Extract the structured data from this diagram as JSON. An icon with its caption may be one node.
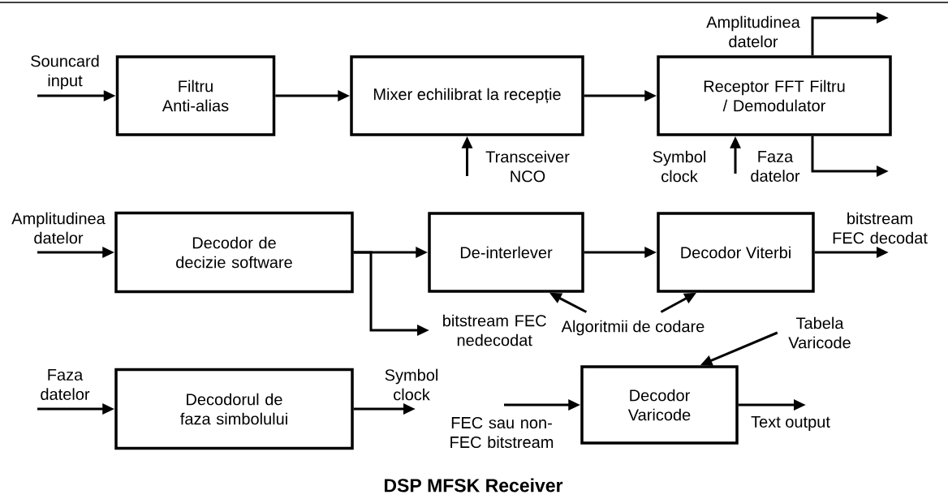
{
  "diagram": {
    "title": "DSP MFSK Receiver",
    "nodes": [
      {
        "text": [
          "Filtru Anti-alias"
        ]
      },
      {
        "text": [
          "Mixer echilibrat la recepție"
        ]
      },
      {
        "text": [
          "Receptor FFT Filtru / Demodulator"
        ]
      },
      {
        "text": [
          "Decodor de decizie software"
        ]
      },
      {
        "text": [
          "De-interlever"
        ]
      },
      {
        "text": [
          "Decodor Viterbi"
        ]
      },
      {
        "text": [
          "Algoritmii de codare"
        ]
      },
      {
        "text": [
          "Decodorul de faza simbolului"
        ]
      },
      {
        "text": [
          "Tabela Varicode"
        ]
      },
      {
        "text": [
          "Decodor Varicode"
        ]
      }
    ],
    "edges": [
      {
        "from": null,
        "to": 0,
        "arrow": "to",
        "label": "Souncard input"
      },
      {
        "from": 0,
        "to": 1,
        "arrow": "to"
      },
      {
        "from": null,
        "to": 1,
        "arrow": "to",
        "label": "Transceiver NCO"
      },
      {
        "from": 1,
        "to": 2,
        "arrow": "to"
      },
      {
        "from": null,
        "to": 2,
        "arrow": "to",
        "label": "Symbol clock"
      },
      {
        "from": 2,
        "to": null,
        "arrow": "to",
        "label": "Amplitudinea datelor"
      },
      {
        "from": 2,
        "to": null,
        "arrow": "to",
        "label": "Faza datelor"
      },
      {
        "from": null,
        "to": 3,
        "arrow": "to",
        "label": "Amplitudinea datelor"
      },
      {
        "from": 3,
        "to": 4,
        "arrow": "to"
      },
      {
        "from": 3,
        "to": null,
        "arrow": "to",
        "label": "bitstream FEC nedecodat"
      },
      {
        "from": 4,
        "to": 5,
        "arrow": "to"
      },
      {
        "from": 5,
        "to": null,
        "arrow": "to",
        "label": "bitstream FEC decodat"
      },
      {
        "from": 6,
        "to": 4,
        "arrow": "to"
      },
      {
        "from": 6,
        "to": 5,
        "arrow": "to"
      },
      {
        "from": null,
        "to": 7,
        "arrow": "to",
        "label": "Faza datelor"
      },
      {
        "from": 7,
        "to": null,
        "arrow": "to",
        "label": "Symbol clock"
      },
      {
        "from": 8,
        "to": 9,
        "arrow": "to"
      },
      {
        "from": null,
        "to": 9,
        "arrow": "to",
        "label": "FEC sau non-FEC bitstream"
      },
      {
        "from": 9,
        "to": null,
        "arrow": "to",
        "label": "Text output"
      }
    ]
  }
}
